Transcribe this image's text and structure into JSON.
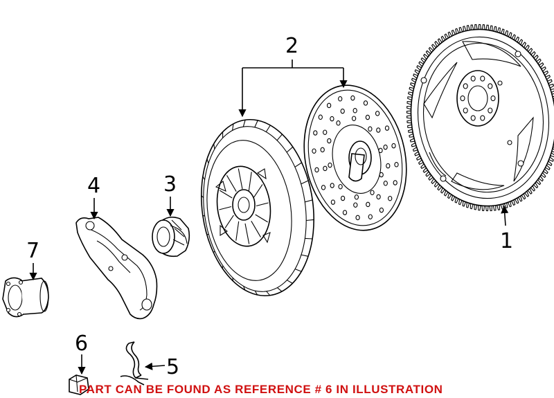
{
  "callouts": [
    {
      "id": "1",
      "label": "1"
    },
    {
      "id": "2",
      "label": "2"
    },
    {
      "id": "3",
      "label": "3"
    },
    {
      "id": "4",
      "label": "4"
    },
    {
      "id": "5",
      "label": "5"
    },
    {
      "id": "6",
      "label": "6"
    },
    {
      "id": "7",
      "label": "7"
    }
  ],
  "note": "PART CAN BE FOUND AS REFERENCE # 6 IN ILLUSTRATION",
  "colors": {
    "ink": "#000000",
    "note": "#d01010",
    "background": "#ffffff"
  }
}
